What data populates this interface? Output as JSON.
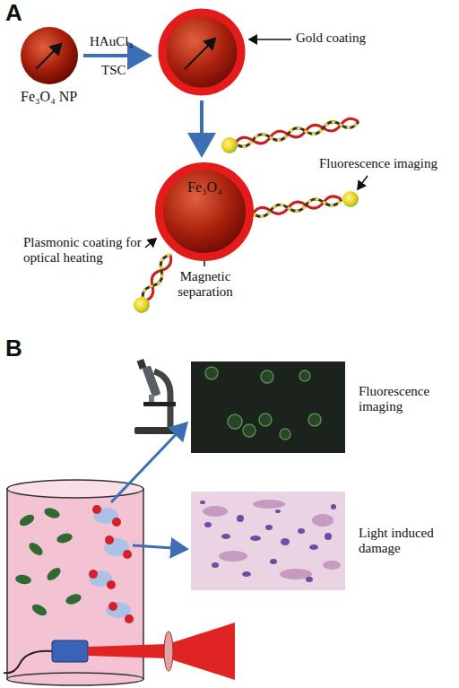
{
  "diagram": {
    "nodes": [
      {
        "text": [
          "Fe₃O₄ NP"
        ]
      },
      {
        "text": [
          "Fe₃O₄"
        ]
      }
    ],
    "labels": [
      "A",
      "HAuCl₄",
      "TSC",
      "Gold coating",
      "Fluorescence imaging",
      "Plasmonic coating for optical heating",
      "Magnetic separation",
      "B",
      "Fluorescence imaging",
      "Light induced damage"
    ]
  }
}
